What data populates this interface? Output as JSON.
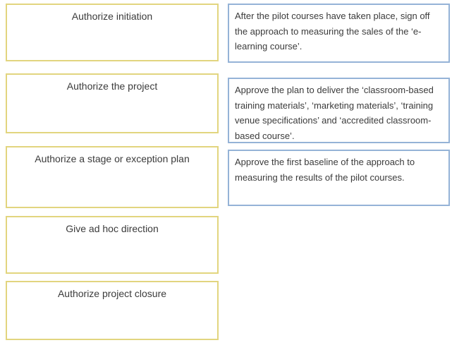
{
  "diagram": {
    "kind": "matching-exercise",
    "colors": {
      "left_box_border": "#e2d57f",
      "right_box_border": "#95b3d7",
      "text": "#3b3b3b",
      "background": "#ffffff"
    },
    "left_column": {
      "items": [
        {
          "label": "Authorize initiation"
        },
        {
          "label": "Authorize the project"
        },
        {
          "label": "Authorize a stage or exception plan"
        },
        {
          "label": "Give ad hoc direction"
        },
        {
          "label": "Authorize project closure"
        }
      ]
    },
    "right_column": {
      "items": [
        {
          "text": "After the pilot courses have taken place, sign off the approach to measuring the sales of the ‘e-learning course’."
        },
        {
          "text": "Approve the plan to deliver the ‘classroom-based training materials’, ‘marketing materials’, ‘training venue specifications’ and ‘accredited classroom-based course’."
        },
        {
          "text": "Approve the first baseline of the approach to measuring the results of the pilot courses."
        }
      ]
    }
  }
}
